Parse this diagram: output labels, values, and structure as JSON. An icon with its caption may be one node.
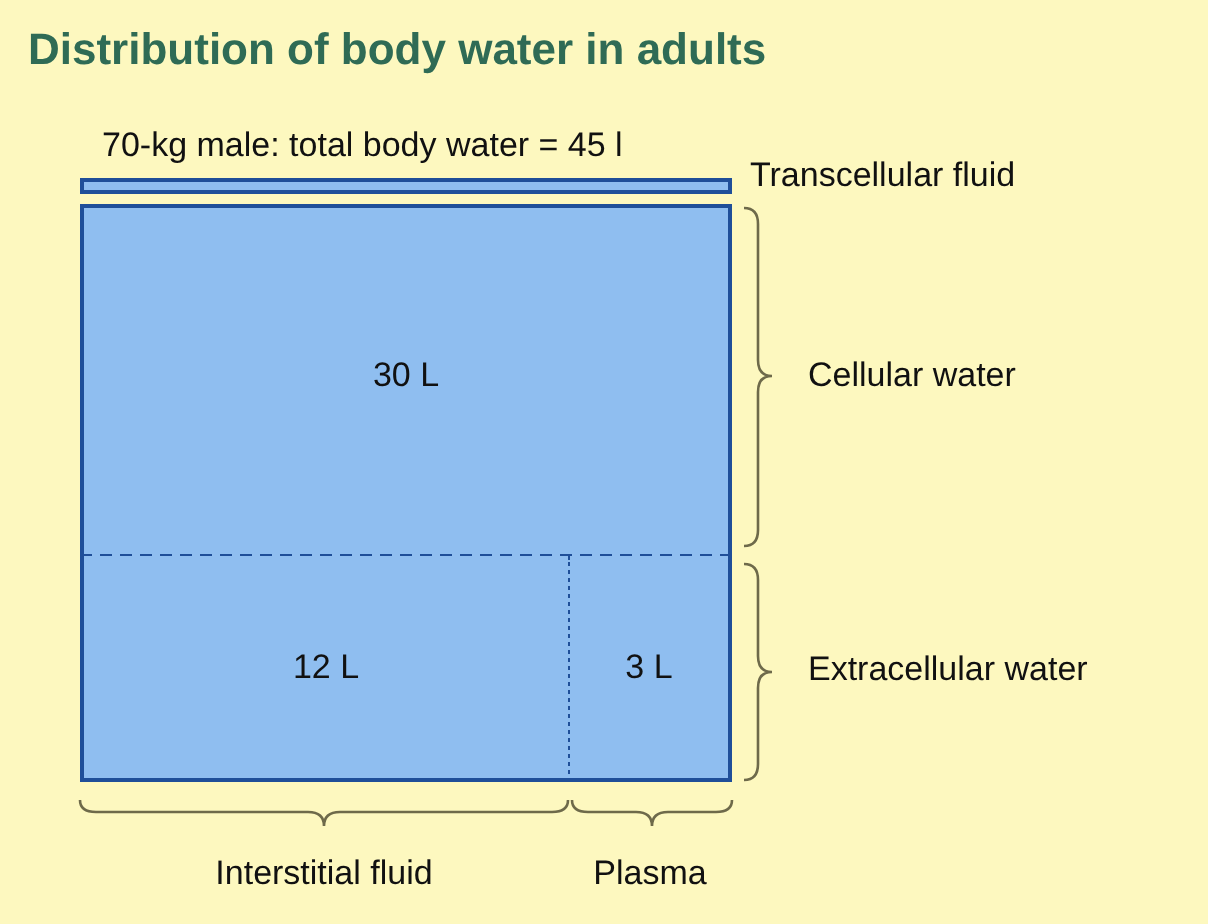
{
  "diagram": {
    "title": "Distribution of body water in adults",
    "nodes": [
      {
        "text": [],
        "shape": "bar",
        "beside": [
          "Transcellular fluid"
        ]
      },
      {
        "text": [
          "30 L"
        ]
      },
      {
        "text": [
          "12 L"
        ]
      },
      {
        "text": [
          "3 L"
        ]
      }
    ],
    "labels": [
      "70-kg male: total body water = 45 l",
      "Cellular water",
      "Extracellular water",
      "Interstitial fluid",
      "Plasma"
    ]
  }
}
